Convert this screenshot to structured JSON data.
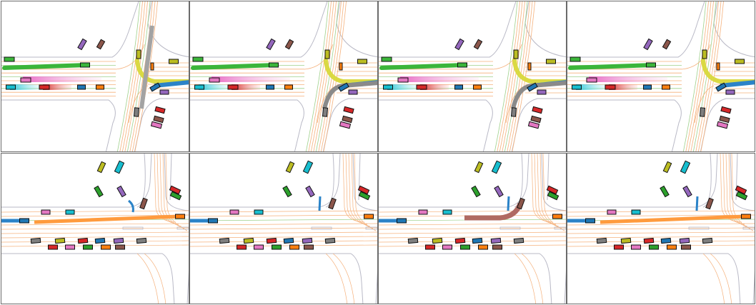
{
  "figure": {
    "rows": 2,
    "cols": 4,
    "colors": {
      "road_edge": "#b9b9c6",
      "lane_line": "#f5b07a",
      "lane_line_alt": "#9ed08a",
      "panel_border": "#6b6b6b",
      "vehicle_outline": "#111111"
    },
    "top_row": {
      "scene": "intersection",
      "highlighted_trajectories": [
        {
          "panel": 1,
          "color": "#a3a3a3",
          "style": "straight_through"
        },
        {
          "panel": 2,
          "color": "#8a8a8a",
          "style": "right_turn"
        },
        {
          "panel": 3,
          "color": "#8a8a8a",
          "style": "right_turn"
        },
        {
          "panel": 4,
          "color": null,
          "style": "none"
        }
      ]
    },
    "bottom_row": {
      "scene": "t_junction",
      "highlighted_trajectories": [
        {
          "panel": 1,
          "color": "#2b83c8",
          "style": "left_turn"
        },
        {
          "panel": 2,
          "color": "#2b83c8",
          "style": "stub"
        },
        {
          "panel": 3,
          "color": "#b06a62",
          "style": "left_turn_wide"
        },
        {
          "panel": 4,
          "color": "#2b83c8",
          "style": "stub"
        }
      ]
    }
  }
}
